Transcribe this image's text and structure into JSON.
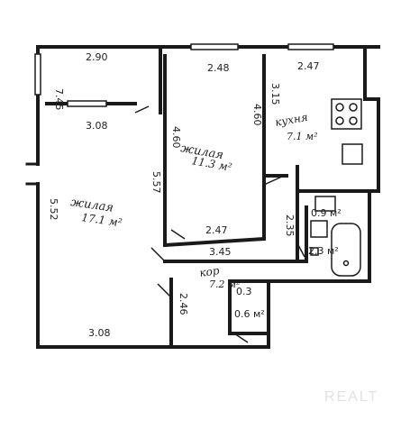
{
  "rooms": {
    "balcony": {
      "top": "2.90",
      "side": "7.45",
      "bottom": "3.08"
    },
    "living_large": {
      "name": "жилая",
      "area": "17.1 м²",
      "side": "5.52",
      "right": "5.57",
      "bottom": "3.08"
    },
    "living_mid": {
      "name": "жилая",
      "area": "11.3 м²",
      "top": "2.48",
      "left": "4.60",
      "right": "4.60",
      "bottom": "2.47",
      "bottom2": "3.45"
    },
    "kitchen": {
      "name": "кухня",
      "area": "7.1 м²",
      "top": "2.47",
      "side": "3.15"
    },
    "corridor": {
      "name": "кор",
      "area": "7.2 м²",
      "side": "2.46",
      "closet1": "0.3",
      "closet2": "0.6 м²"
    },
    "toilet": {
      "area": "0.9 м²",
      "side": "2.35"
    },
    "bath": {
      "area": "2.3 м²"
    }
  },
  "watermark": "REALT"
}
